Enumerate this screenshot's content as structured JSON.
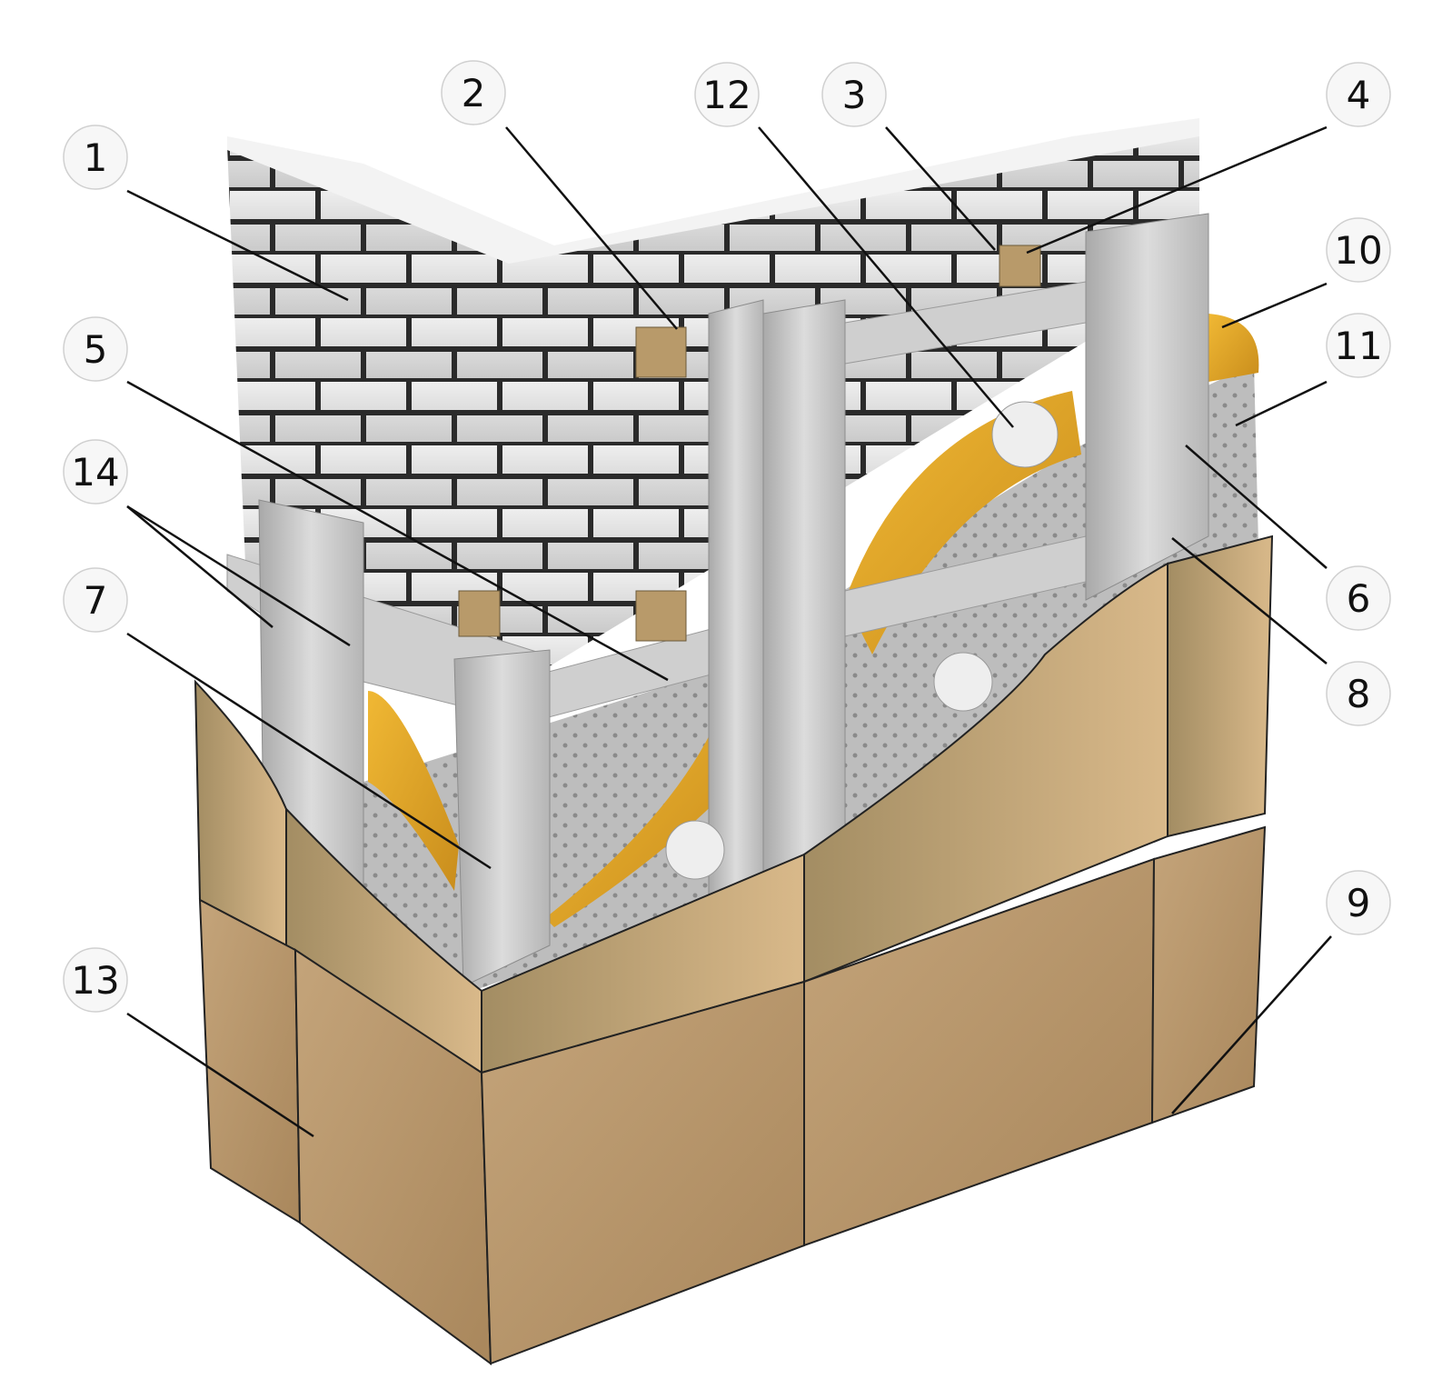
{
  "callouts": [
    {
      "id": "c1",
      "label": "1"
    },
    {
      "id": "c2",
      "label": "2"
    },
    {
      "id": "c12",
      "label": "12"
    },
    {
      "id": "c3",
      "label": "3"
    },
    {
      "id": "c4",
      "label": "4"
    },
    {
      "id": "c10",
      "label": "10"
    },
    {
      "id": "c11",
      "label": "11"
    },
    {
      "id": "c5",
      "label": "5"
    },
    {
      "id": "c14",
      "label": "14"
    },
    {
      "id": "c7",
      "label": "7"
    },
    {
      "id": "c6",
      "label": "6"
    },
    {
      "id": "c8",
      "label": "8"
    },
    {
      "id": "c9",
      "label": "9"
    },
    {
      "id": "c13",
      "label": "13"
    }
  ],
  "colors": {
    "brick": "#d8d8d8",
    "mortar": "#2a2a2a",
    "insulation": "#d9a22a",
    "membrane": "#b9b9b9",
    "profile": "#c9c9c9",
    "panel_smooth": "#b39a6c",
    "panel_textured": "#b8966a"
  }
}
